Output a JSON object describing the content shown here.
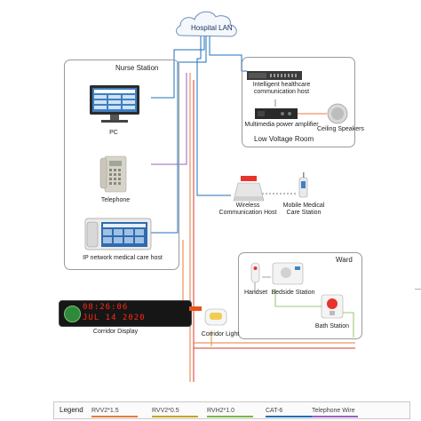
{
  "cloud": {
    "label": "Hospital LAN"
  },
  "nurse_station": {
    "title": "Nurse Station",
    "pc_label": "PC",
    "telephone_label": "Telephone",
    "ip_host_label": "IP network medical care host"
  },
  "low_voltage_room": {
    "title": "Low Voltage Room",
    "host_label_line1": "Intelligent healthcare",
    "host_label_line2": "communication host",
    "amp_label": "Multimedia power amplifier",
    "ceiling_label": "Ceiling Speakers"
  },
  "wireless": {
    "host_line1": "Wireless",
    "host_line2": "Communication Host",
    "mobile_line1": "Mobile Medical",
    "mobile_line2": "Care Station"
  },
  "ward": {
    "title": "Ward",
    "handset": "Handset",
    "bedside": "Bedside Station",
    "bath": "Bath Station"
  },
  "corridor": {
    "display_label": "Corridor Display",
    "led_line1": "08:26:06",
    "led_line2": "JUL 14 2020",
    "light_label": "Corridor Light"
  },
  "legend": {
    "title": "Legend",
    "items": [
      {
        "label": "RVV2*1.5",
        "color": "#e87a3a"
      },
      {
        "label": "RVV2*0.5",
        "color": "#c9a227"
      },
      {
        "label": "RVH2*1.0",
        "color": "#7ab84a"
      },
      {
        "label": "CAT-6",
        "color": "#1f6fb8"
      },
      {
        "label": "Telephone Wire",
        "color": "#9b5fc0"
      }
    ]
  },
  "colors": {
    "cat6": "#1f6fb8",
    "rvv15": "#e87a3a",
    "rvv05": "#c9a227",
    "rvh": "#7ab84a",
    "tel": "#9b5fc0",
    "red": "#d93a2a"
  }
}
